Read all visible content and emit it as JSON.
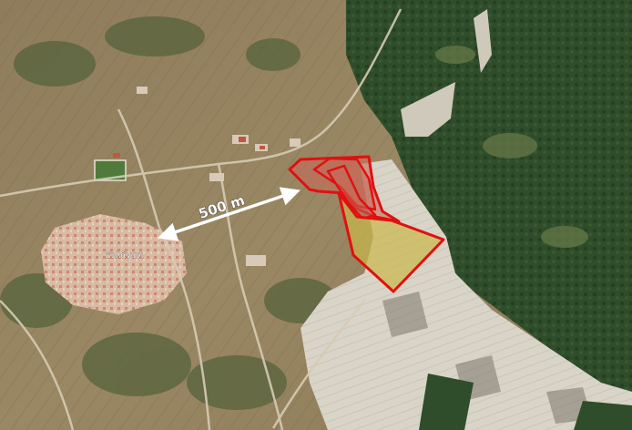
{
  "map": {
    "type": "satellite",
    "annotations": {
      "distance_label": "500 m",
      "village_label": "Ξυλάγανι"
    },
    "colors": {
      "outline": "#e01010",
      "fill_old": "#c86a58",
      "fill_new": "#c9b84a",
      "arrow": "#ffffff",
      "forest": "#2f4d2a",
      "quarry": "#d9d4c8",
      "fields": "#a08b66"
    }
  }
}
